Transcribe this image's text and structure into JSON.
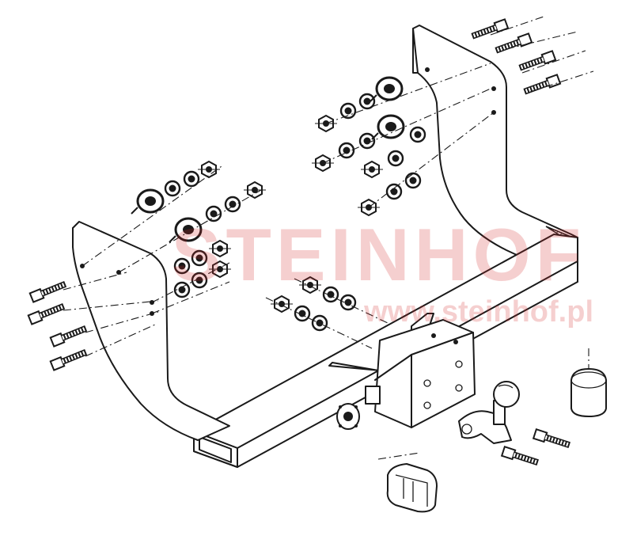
{
  "watermark": {
    "brand": "STEINHOF",
    "url": "www.steinhof.pl",
    "brand_color": "#d42a2a",
    "opacity": 0.22
  },
  "drawing": {
    "subject": "tow bar (towing hitch) exploded mounting diagram",
    "line_color": "#1a1a1a",
    "background": "#ffffff"
  }
}
